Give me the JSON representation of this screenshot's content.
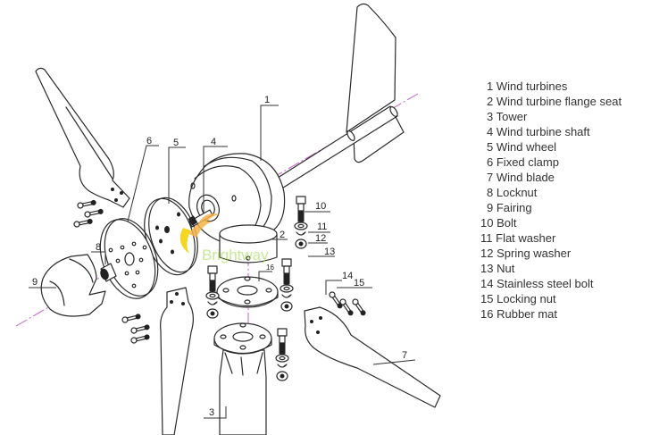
{
  "diagram": {
    "title": "Wind turbine exploded parts diagram",
    "callouts": [
      "1",
      "2",
      "3",
      "4",
      "5",
      "6",
      "7",
      "8",
      "9",
      "10",
      "11",
      "12",
      "13",
      "14",
      "15",
      "16"
    ],
    "watermark": "Brightway",
    "colors": {
      "line": "#2a2a2a",
      "axis": "#c45ec8",
      "watermark_green": "#a8dc5a",
      "watermark_orange": "#f6b24a",
      "watermark_yellow": "#f5d000"
    }
  },
  "legend": {
    "items": [
      {
        "num": "1",
        "label": "Wind turbines"
      },
      {
        "num": "2",
        "label": "Wind turbine flange seat"
      },
      {
        "num": "3",
        "label": "Tower"
      },
      {
        "num": "4",
        "label": "Wind turbine shaft"
      },
      {
        "num": "5",
        "label": "Wind wheel"
      },
      {
        "num": "6",
        "label": "Fixed clamp"
      },
      {
        "num": "7",
        "label": "Wind blade"
      },
      {
        "num": "8",
        "label": "Locknut"
      },
      {
        "num": "9",
        "label": "Fairing"
      },
      {
        "num": "10",
        "label": "Bolt"
      },
      {
        "num": "11",
        "label": "Flat washer"
      },
      {
        "num": "12",
        "label": "Spring washer"
      },
      {
        "num": "13",
        "label": "Nut"
      },
      {
        "num": "14",
        "label": "Stainless steel bolt"
      },
      {
        "num": "15",
        "label": "Locking nut"
      },
      {
        "num": "16",
        "label": "Rubber mat"
      }
    ]
  }
}
